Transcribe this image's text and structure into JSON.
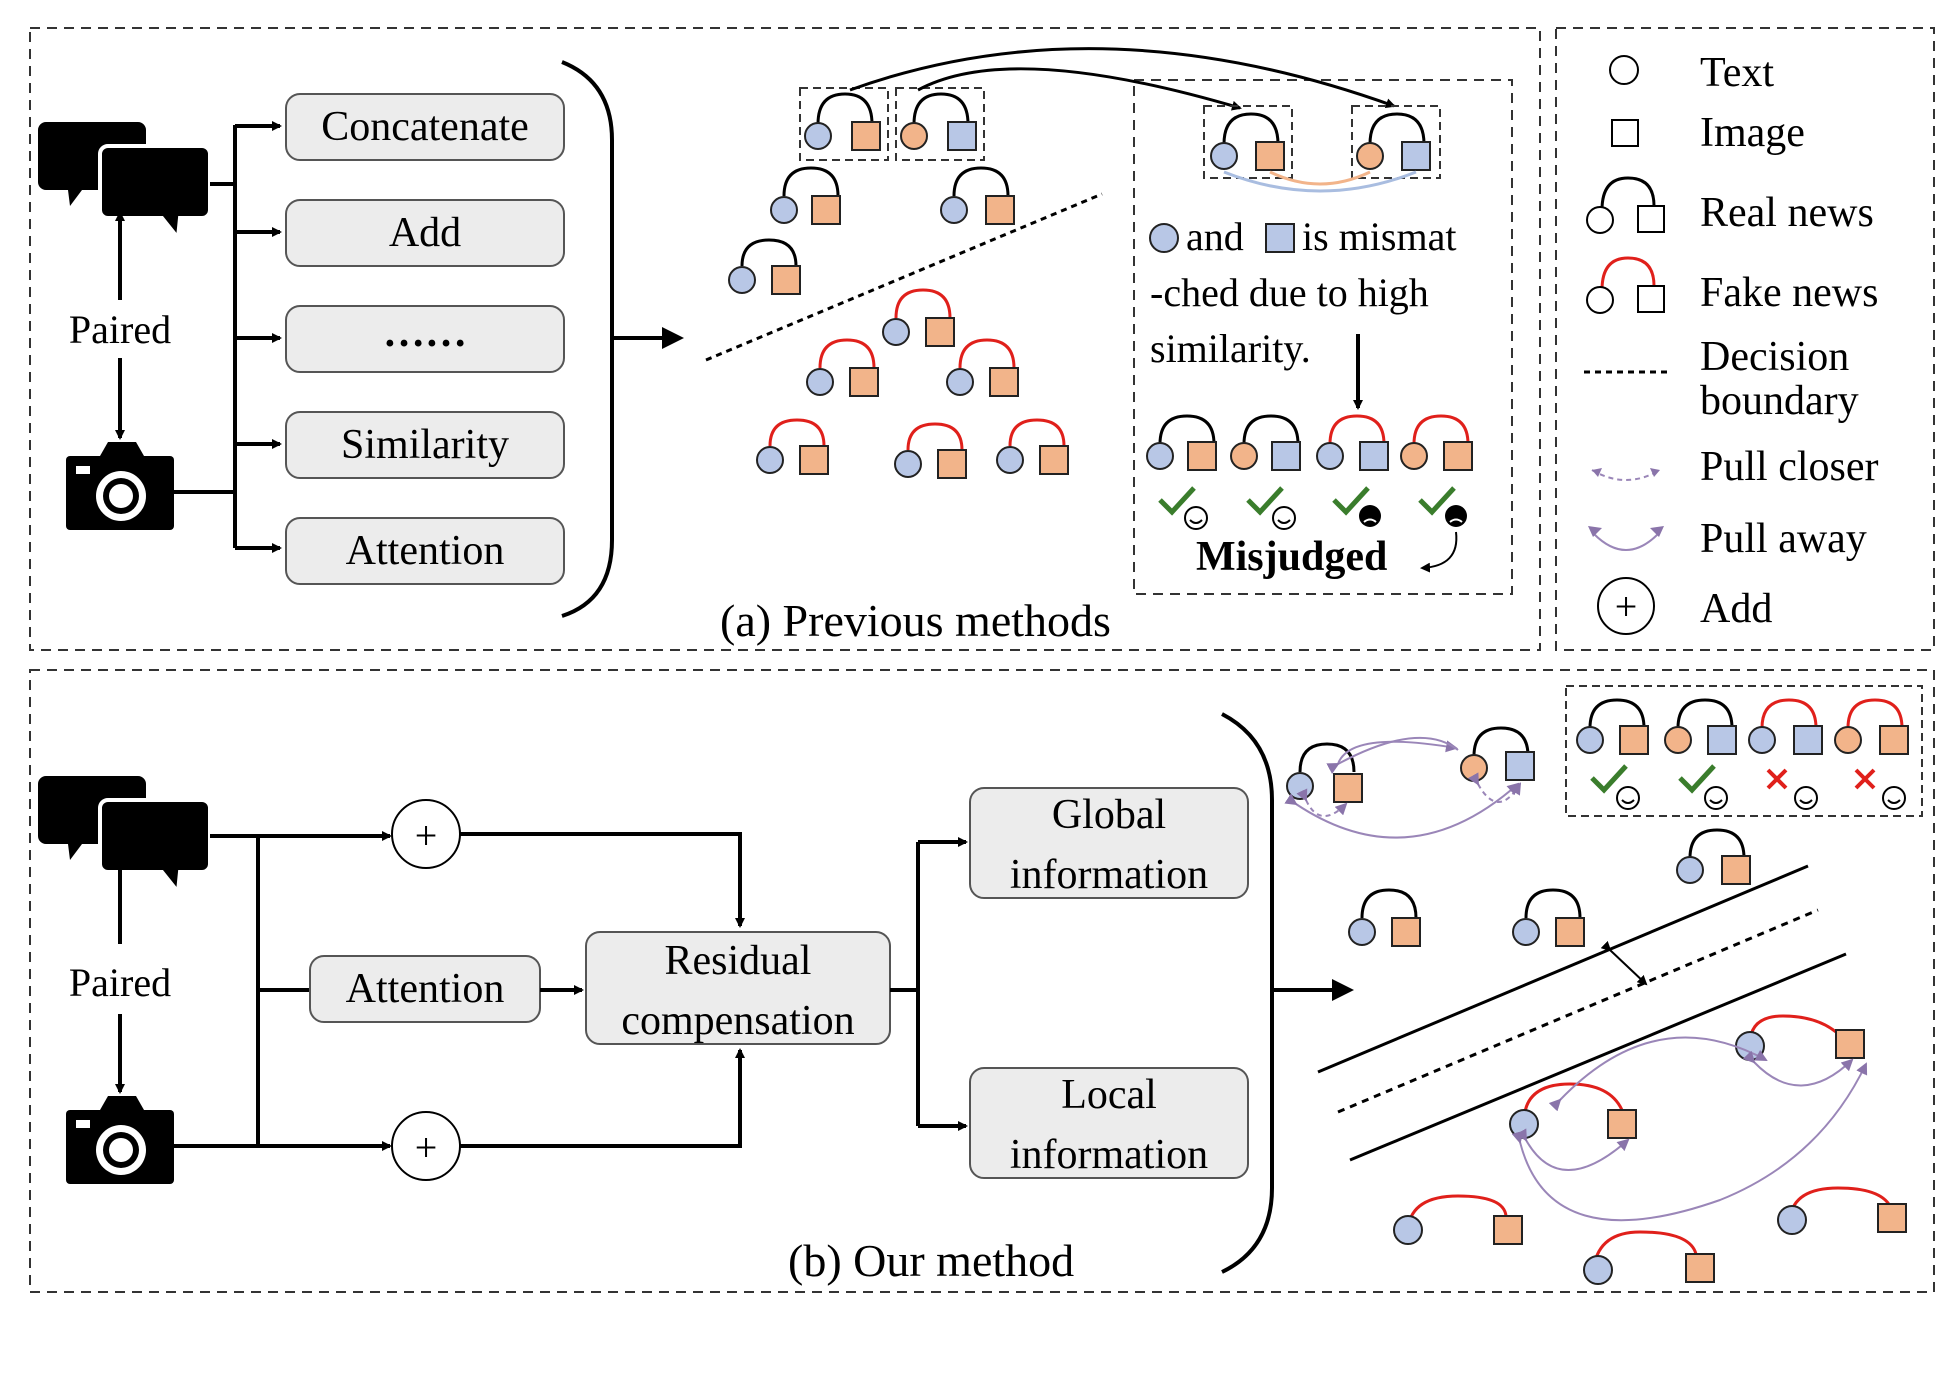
{
  "panel_a": {
    "caption": "(a) Previous methods",
    "paired": "Paired",
    "methods": [
      "Concatenate",
      "Add",
      "……",
      "Similarity",
      "Attention"
    ],
    "mismatch_note_line1_a": "and",
    "mismatch_note_line1_b": "is mismat",
    "mismatch_note_line2": "-ched due to high",
    "mismatch_note_line3": "similarity.",
    "misjudged": "Misjudged"
  },
  "panel_b": {
    "caption": "(b) Our method",
    "paired": "Paired",
    "attention": "Attention",
    "residual_line1": "Residual",
    "residual_line2": "compensation",
    "global_line1": "Global",
    "global_line2": "information",
    "local_line1": "Local",
    "local_line2": "information",
    "plus": "+"
  },
  "legend": {
    "items": [
      "Text",
      "Image",
      "Real news",
      "Fake news",
      "Decision",
      "boundary",
      "Pull closer",
      "Pull away",
      "Add"
    ],
    "plus": "+"
  },
  "colors": {
    "text_blue": "#b8c7e6",
    "image_orange": "#f2b48a",
    "real_arc": "#000000",
    "fake_arc": "#e0201b",
    "check_green": "#3a7d2c",
    "cross_red": "#e0201b",
    "pull_purple": "#9a86b8"
  },
  "icons": [
    "chat-bubbles-icon",
    "camera-icon",
    "check-icon",
    "cross-icon",
    "smile-icon",
    "sad-icon"
  ]
}
